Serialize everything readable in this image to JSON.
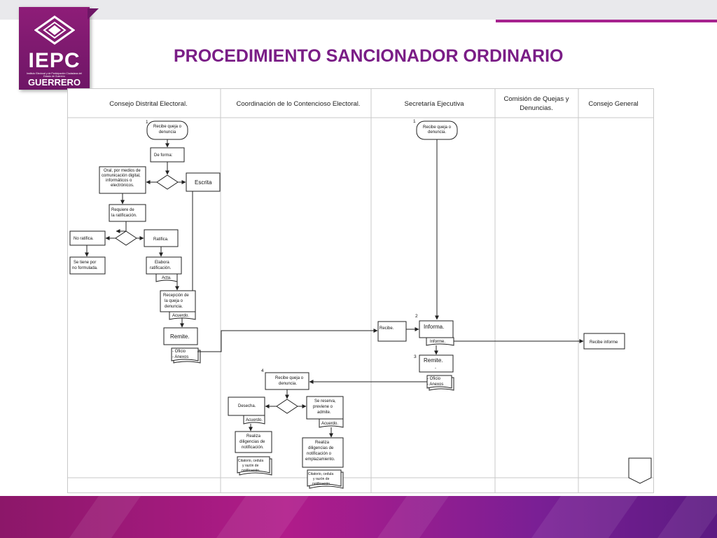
{
  "header": {
    "title": "PROCEDIMIENTO SANCIONADOR ORDINARIO",
    "logo_word": "IEPC",
    "logo_subtitle": "Instituto Electoral y de Participación Ciudadana del Estado de Guerrero",
    "logo_region": "GUERRERO"
  },
  "colors": {
    "brand_purple": "#7a1d86",
    "logo_purple": "#8e1d78",
    "accent_magenta": "#a6228e"
  },
  "lanes": [
    "Consejo Distrital Electoral.",
    "Coordinación de lo Contencioso Electoral.",
    "Secretaría Ejecutiva",
    "Comisión de Quejas y Denuncias.",
    "Consejo General"
  ],
  "steps": {
    "s1": "1",
    "s1b": "1",
    "s2": "2",
    "s3": "3",
    "s4": "4"
  },
  "nodes": {
    "recibe_queja": "Recibe queja o denuncia",
    "de_forma": "De forma:",
    "oral": "Oral, por medios de comunicación digital, informáticos o electrónicos.",
    "escrita": "Escrita",
    "requiere": "Requiere de la ratificación.",
    "no_ratifica": "No ratifica.",
    "ratifica": "Ratifica.",
    "se_tiene": "Se tiene por no formulada.",
    "elabora": "Elabora ratificación.",
    "acta": "Acta.",
    "recepcion": "Recepción de la queja o denuncia.",
    "acuerdo1": "Acuerdo.",
    "remite1": "Remite.",
    "oficio1": "- Oficio",
    "anexos1": "- Anexos",
    "recibe_queja_se": "Recibe queja o denuncia.",
    "recibe": "Recibe.",
    "informa": "Informa.",
    "informe": "Informe.",
    "remite2": "Remite.",
    "oficio2": "- Oficio",
    "anexos2": "- Anexos",
    "recibe_informe": "Recibe informe",
    "recibe_queja_cce": "Recibe queja o denuncia.",
    "desecha": "Desecha.",
    "acuerdo2": "Acuerdo.",
    "reserva": "Se reserva, previene o admite.",
    "acuerdo3": "Acuerdo.",
    "realiza1": "Realiza diligencias de notificación.",
    "realiza2": "Realiza diligencias de notificación o emplazamiento.",
    "citatorio1": "Citatorio, cedula y razón de notificación.",
    "citatorio2": "Citatorio, cedula y razón de notificación."
  }
}
